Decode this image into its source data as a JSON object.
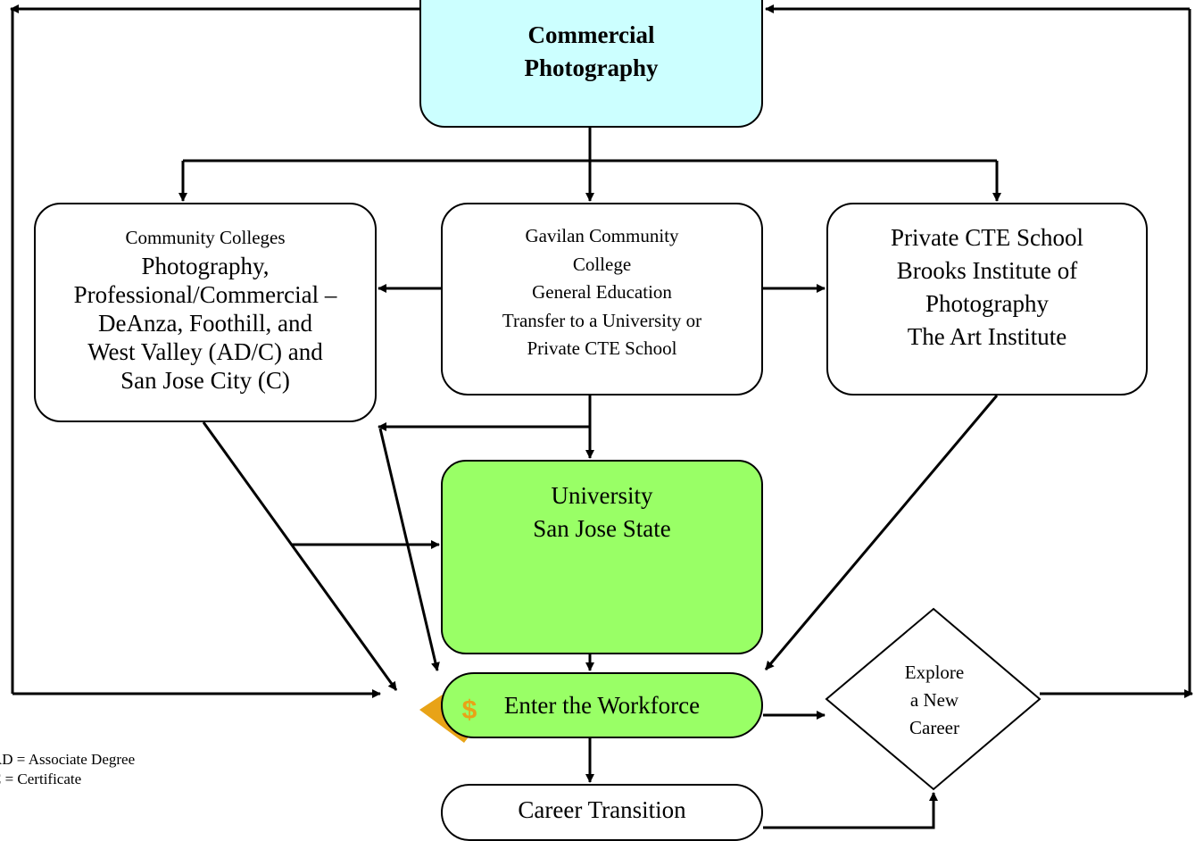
{
  "top_box": {
    "lines": [
      "Commercial",
      "Photography"
    ]
  },
  "community_colleges": {
    "lines": [
      "Community Colleges",
      "Photography,",
      "Professional/Commercial –",
      "DeAnza, Foothill, and",
      "West Valley (AD/C) and",
      "San Jose City (C)"
    ]
  },
  "gavilan": {
    "lines": [
      "Gavilan Community",
      "College",
      "General Education",
      "Transfer to a University or",
      "Private CTE School"
    ]
  },
  "private_cte": {
    "lines": [
      "Private CTE School",
      "Brooks Institute of",
      "Photography",
      "The Art Institute"
    ]
  },
  "university": {
    "lines": [
      "University",
      "San Jose State"
    ]
  },
  "workforce": {
    "label": "Enter the Workforce",
    "icon": "dollar-coin-icon",
    "icon_char": "$"
  },
  "explore": {
    "lines": [
      "Explore",
      "a New",
      "Career"
    ]
  },
  "career_transition": {
    "label": "Career Transition"
  },
  "legend": {
    "lines": [
      "AD = Associate Degree",
      "C = Certificate"
    ]
  },
  "colors": {
    "top_fill": "#ccffff",
    "green_fill": "#99ff66",
    "coin_orange": "#e8a317",
    "coin_green": "#66cc33"
  }
}
